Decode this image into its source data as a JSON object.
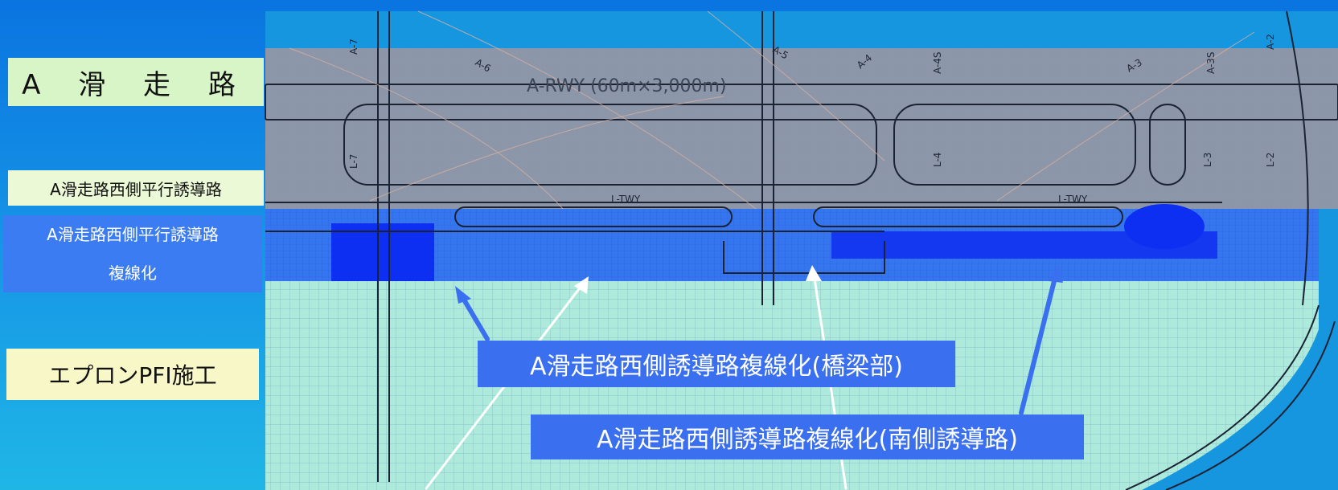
{
  "legend": {
    "runway": "A 滑 走 路",
    "parallel_taxiway": "A滑走路西側平行誘導路",
    "double_line_1": "A滑走路西側平行誘導路",
    "double_line_2": "複線化",
    "apron_pfi": "エプロンPFI施工"
  },
  "map_labels": {
    "runway_name": "A-RWY (60m×3,000m)",
    "l_twy_1": "L-TWY",
    "l_twy_2": "L-TWY",
    "a7": "A-7",
    "a6": "A-6",
    "a5": "A-5",
    "a4": "A-4",
    "a4s": "A-4S",
    "a3": "A-3",
    "a3s": "A-3S",
    "a2": "A-2",
    "l7": "L-7",
    "l4": "L-4",
    "l3": "L-3",
    "l2": "L-2"
  },
  "callouts": {
    "bridge": "A滑走路西側誘導路複線化(橋梁部)",
    "south": "A滑走路西側誘導路複線化(南側誘導路)"
  },
  "colors": {
    "background": "#1592e6",
    "runway_band": "#d8f5c8",
    "parallel_band": "#ecf9d6",
    "double_band": "#3b7cf2",
    "apron_band": "#f8f7c8",
    "callout_fill": "#3a6ff0",
    "dark_blue_area": "#0c2ff2",
    "apron_grid": "#a8ead8"
  }
}
